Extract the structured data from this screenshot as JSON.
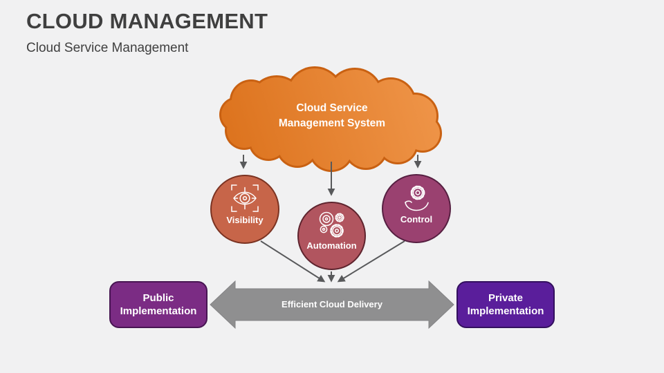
{
  "slide": {
    "title": "CLOUD MANAGEMENT",
    "subtitle": "Cloud Service Management"
  },
  "cloud": {
    "label_line1": "Cloud Service",
    "label_line2": "Management System",
    "fill": "#E6812E",
    "outline": "#C96112"
  },
  "nodes": [
    {
      "label": "Visibility",
      "icon": "eye-scan-icon",
      "fill": "#C76549",
      "border": "#7B3322"
    },
    {
      "label": "Automation",
      "icon": "gears-icon",
      "fill": "#B1555F",
      "border": "#5E242E"
    },
    {
      "label": "Control",
      "icon": "hand-gear-icon",
      "fill": "#9A4170",
      "border": "#561F41"
    }
  ],
  "delivery_arrow": {
    "label": "Efficient Cloud Delivery",
    "fill": "#8F8F90"
  },
  "implementations": [
    {
      "label": "Public Implementation",
      "fill": "#7B2C84",
      "border": "#471552"
    },
    {
      "label": "Private Implementation",
      "fill": "#5A1E9B",
      "border": "#33105E"
    }
  ],
  "connector_color": "#58595B"
}
